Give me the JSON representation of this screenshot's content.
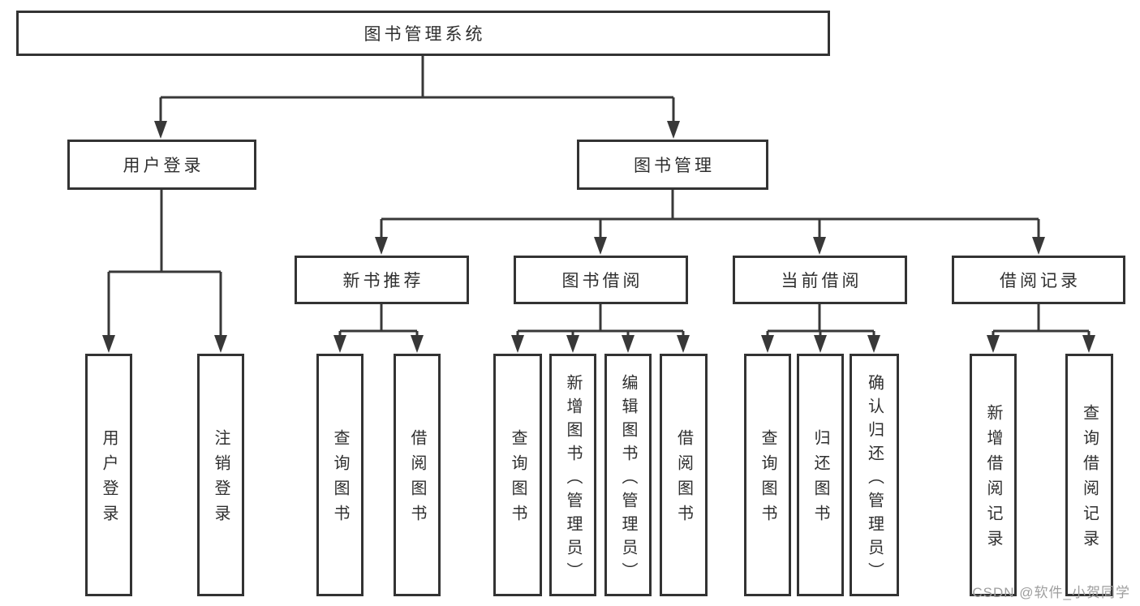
{
  "diagram": {
    "tree": {
      "root": {
        "label": "图书管理系统",
        "children": [
          {
            "label": "用户登录",
            "children": [
              {
                "label": "用户登录"
              },
              {
                "label": "注销登录"
              }
            ]
          },
          {
            "label": "图书管理",
            "children": [
              {
                "label": "新书推荐",
                "children": [
                  {
                    "label": "查询图书"
                  },
                  {
                    "label": "借阅图书"
                  }
                ]
              },
              {
                "label": "图书借阅",
                "children": [
                  {
                    "label": "查询图书"
                  },
                  {
                    "label": "新增图书（管理员）"
                  },
                  {
                    "label": "编辑图书（管理员）"
                  },
                  {
                    "label": "借阅图书"
                  }
                ]
              },
              {
                "label": "当前借阅",
                "children": [
                  {
                    "label": "查询图书"
                  },
                  {
                    "label": "归还图书"
                  },
                  {
                    "label": "确认归还（管理员）"
                  }
                ]
              },
              {
                "label": "借阅记录",
                "children": [
                  {
                    "label": "新增借阅记录"
                  },
                  {
                    "label": "查询借阅记录"
                  }
                ]
              }
            ]
          }
        ]
      }
    },
    "colors": {
      "line": "#383838",
      "border": "#333333",
      "text": "#2f2f2f",
      "background": "#ffffff",
      "watermark_color": "#9e9e9e"
    },
    "watermark": "CSDN @软件_小贺同学"
  }
}
